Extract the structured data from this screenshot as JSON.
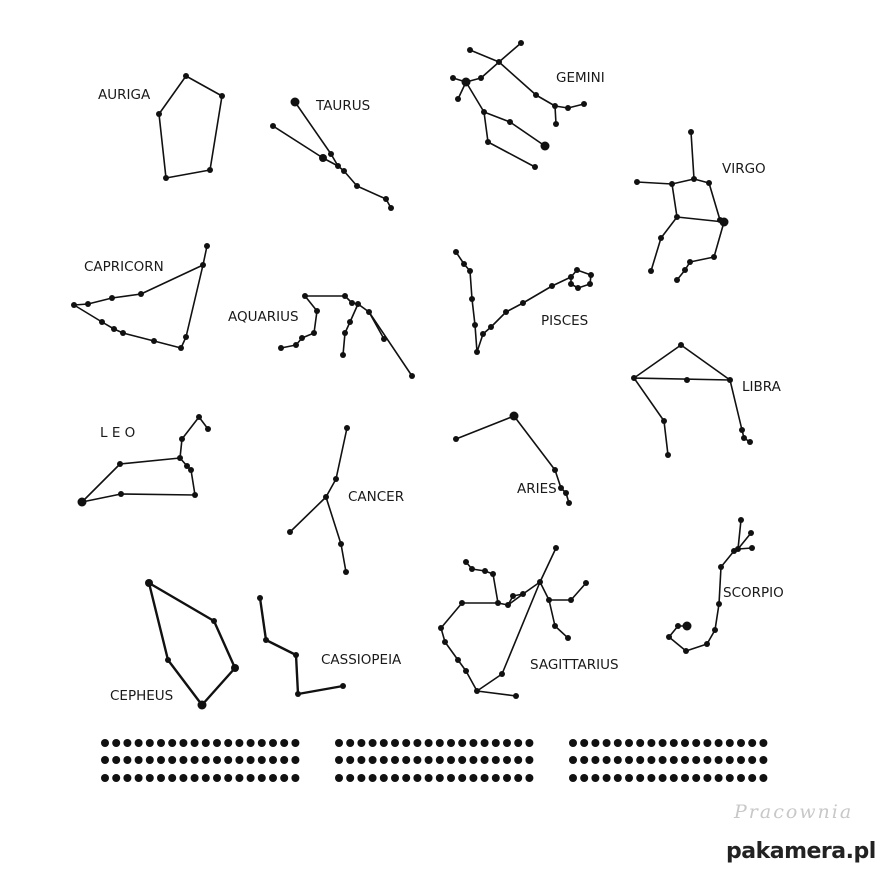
{
  "constellations": [
    {
      "key": "auriga",
      "label": "AURIGA"
    },
    {
      "key": "taurus",
      "label": "TAURUS"
    },
    {
      "key": "gemini",
      "label": "GEMINI"
    },
    {
      "key": "virgo",
      "label": "VIRGO"
    },
    {
      "key": "capricorn",
      "label": "CAPRICORN"
    },
    {
      "key": "aquarius",
      "label": "AQUARIUS"
    },
    {
      "key": "pisces",
      "label": "PISCES"
    },
    {
      "key": "libra",
      "label": "LIBRA"
    },
    {
      "key": "leo",
      "label": "L E O"
    },
    {
      "key": "cancer",
      "label": "CANCER"
    },
    {
      "key": "aries",
      "label": "ARIES"
    },
    {
      "key": "scorpio",
      "label": "SCORPIO"
    },
    {
      "key": "cepheus",
      "label": "CEPHEUS"
    },
    {
      "key": "cassiopeia",
      "label": "CASSIOPEIA"
    },
    {
      "key": "sagittarius",
      "label": "SAGITTARIUS"
    }
  ],
  "dot_rows": {
    "groups": 3,
    "rows_per_group": 3,
    "dots_per_row": 18
  },
  "watermark": {
    "script_text": "Pracownia",
    "brand_text": "pakamera.pl"
  }
}
